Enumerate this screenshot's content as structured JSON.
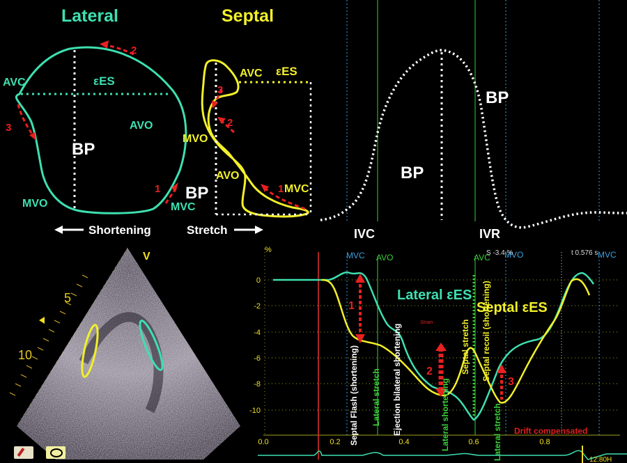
{
  "loops": {
    "lateral": {
      "title": "Lateral",
      "avc": "AVC",
      "avo": "AVO",
      "mvo": "MVO",
      "mvc": "MVC",
      "bp": "BP",
      "strain": "εES",
      "steps": [
        "1",
        "2",
        "3"
      ],
      "color": "#3ee0b0"
    },
    "septal": {
      "title": "Septal",
      "avc": "AVC",
      "avo": "AVO",
      "mvo": "MVO",
      "mvc": "MVC",
      "bp": "BP",
      "strain": "εES",
      "steps": [
        "1",
        "2",
        "3"
      ],
      "color": "#f2f02a"
    }
  },
  "arrows": {
    "shortening": "Shortening",
    "stretch": "Stretch"
  },
  "pressure": {
    "bp_top": "BP",
    "bp_center": "BP",
    "ivc": "IVC",
    "ivr": "IVR"
  },
  "echo": {
    "view": "V",
    "depth_marks": [
      "5",
      "10"
    ]
  },
  "strain_plot": {
    "ylabel": "%",
    "yticks": [
      "0",
      "-2",
      "-4",
      "-6",
      "-8",
      "-10"
    ],
    "xticks": [
      "0.0",
      "0.2",
      "0.4",
      "0.6",
      "0.8"
    ],
    "xunit": "s",
    "events": {
      "mvc": "MVC",
      "avo": "AVO",
      "avc": "AVC",
      "mvo": "MVO",
      "mvc_right": "MVC"
    },
    "readout_s": "S -3.4 %",
    "readout_t": "t 0.576 s",
    "lateral_label": "Lateral εES",
    "septal_label": "Septal εES",
    "step_numbers": [
      "1",
      "2",
      "3"
    ],
    "small_tag": "Strain",
    "vertical_labels": {
      "septal_flash": "Septal Flash (shortening)",
      "lateral_stretch_left": "Lateral stretch",
      "ejection": "Ejection bilateral shortening",
      "lateral_shortening": "Lateral shortening",
      "septal_stretch": "Septal stretch",
      "lateral_stretch_right": "Lateral stretch",
      "septal_recoil": "Septal recoil (shortening)"
    },
    "drift": "Drift compensated",
    "clock": "12:80H"
  }
}
